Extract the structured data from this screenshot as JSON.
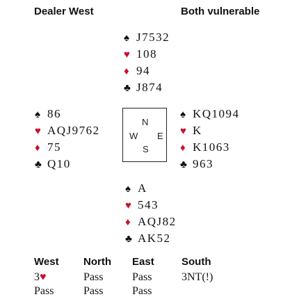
{
  "header": {
    "dealer": "Dealer West",
    "vulnerability": "Both vulnerable"
  },
  "compass": {
    "n": "N",
    "w": "W",
    "e": "E",
    "s": "S"
  },
  "suit_colors": {
    "spades": "#111111",
    "hearts": "#c8102e",
    "diamonds": "#c8102e",
    "clubs": "#111111"
  },
  "hands": {
    "north": {
      "spades": "J7532",
      "hearts": "108",
      "diamonds": "94",
      "clubs": "J874"
    },
    "west": {
      "spades": "86",
      "hearts": "AQJ9762",
      "diamonds": "75",
      "clubs": "Q10"
    },
    "east": {
      "spades": "KQ1094",
      "hearts": "K",
      "diamonds": "K1063",
      "clubs": "963"
    },
    "south": {
      "spades": "A",
      "hearts": "543",
      "diamonds": "AQJ82",
      "clubs": "AK52"
    }
  },
  "auction": {
    "headers": [
      "West",
      "North",
      "East",
      "South"
    ],
    "rows": [
      [
        {
          "level": "3",
          "suit": "♥"
        },
        "Pass",
        "Pass",
        "3NT(!)"
      ],
      [
        "Pass",
        "Pass",
        "Pass",
        ""
      ]
    ]
  }
}
